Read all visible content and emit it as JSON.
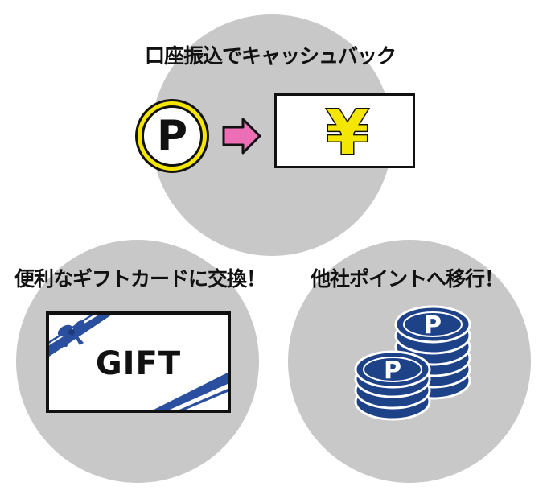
{
  "captions": {
    "top": "口座振込でキャッシュバック",
    "left": "便利なギフトカードに交換！",
    "right": "他社ポイントへ移行！"
  },
  "icons": {
    "point_coin_letter": "P",
    "yen_symbol": "¥",
    "gift_label": "GIFT",
    "stack_coin_letter": "P"
  },
  "colors": {
    "circle_bg": "#c8c8c8",
    "coin_yellow": "#f4e600",
    "arrow_pink": "#ec6fb6",
    "yen_yellow": "#f4e600",
    "ribbon_blue": "#2a4f9e",
    "coin_navy": "#1e4288"
  }
}
